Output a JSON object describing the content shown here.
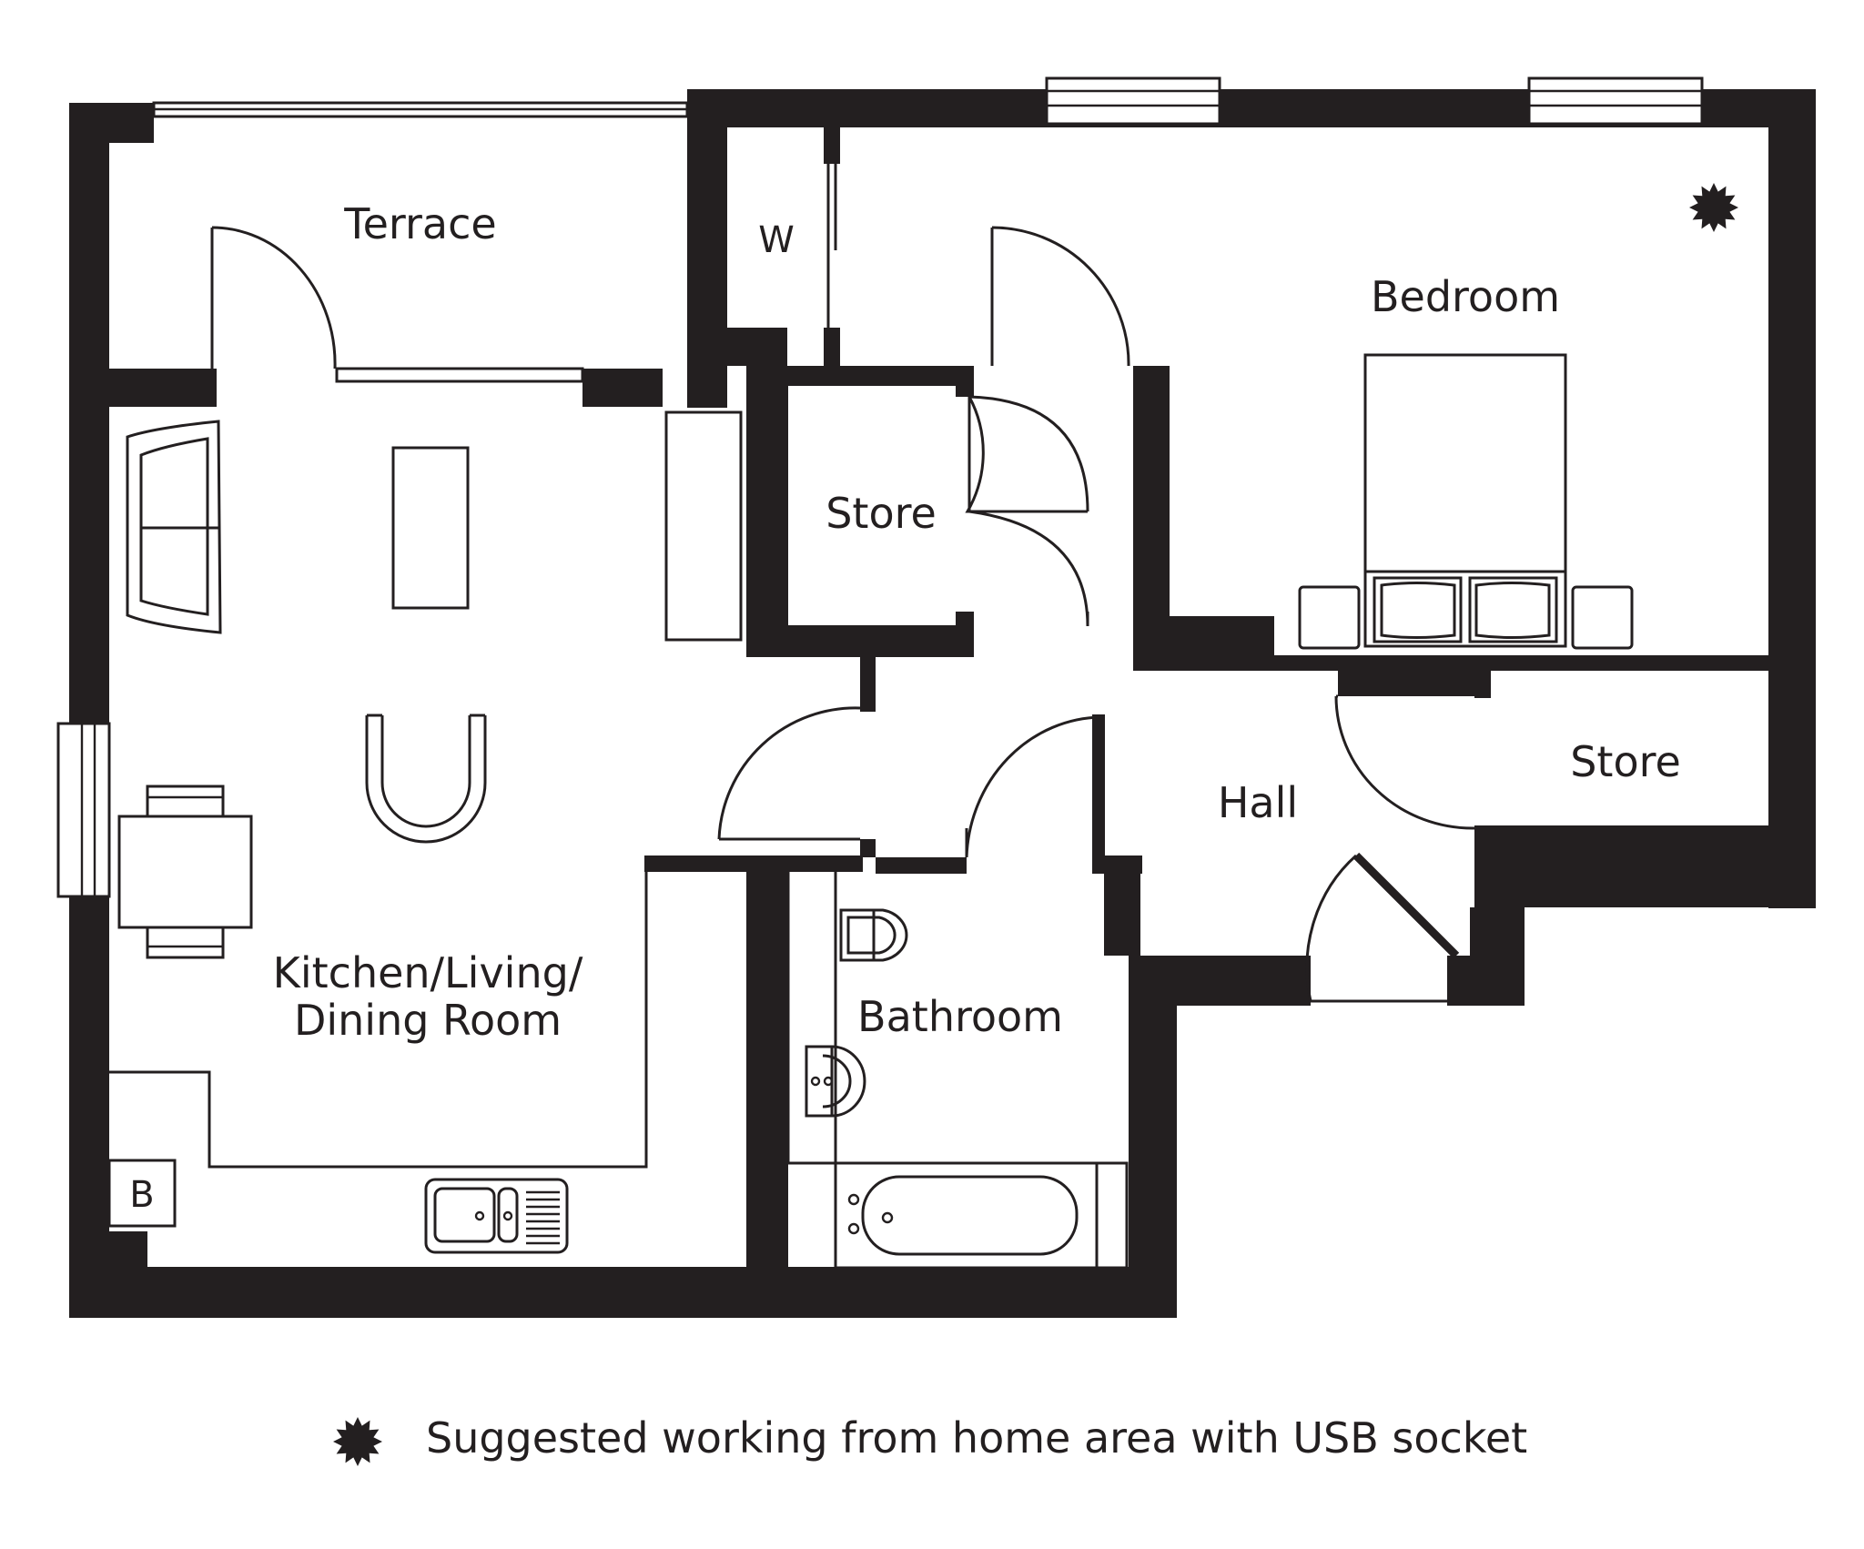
{
  "rooms": {
    "terrace": "Terrace",
    "bedroom": "Bedroom",
    "store_top": "Store",
    "store_right": "Store",
    "hall": "Hall",
    "kitchen_line1": "Kitchen/Living/",
    "kitchen_line2": "Dining Room",
    "bathroom": "Bathroom"
  },
  "markers": {
    "wardrobe": "W",
    "boiler": "B"
  },
  "legend": {
    "text": "Suggested working from home area with USB socket"
  },
  "colors": {
    "wall": "#231f20",
    "background": "#ffffff"
  },
  "icons": {
    "usb_socket": "starburst-icon"
  }
}
